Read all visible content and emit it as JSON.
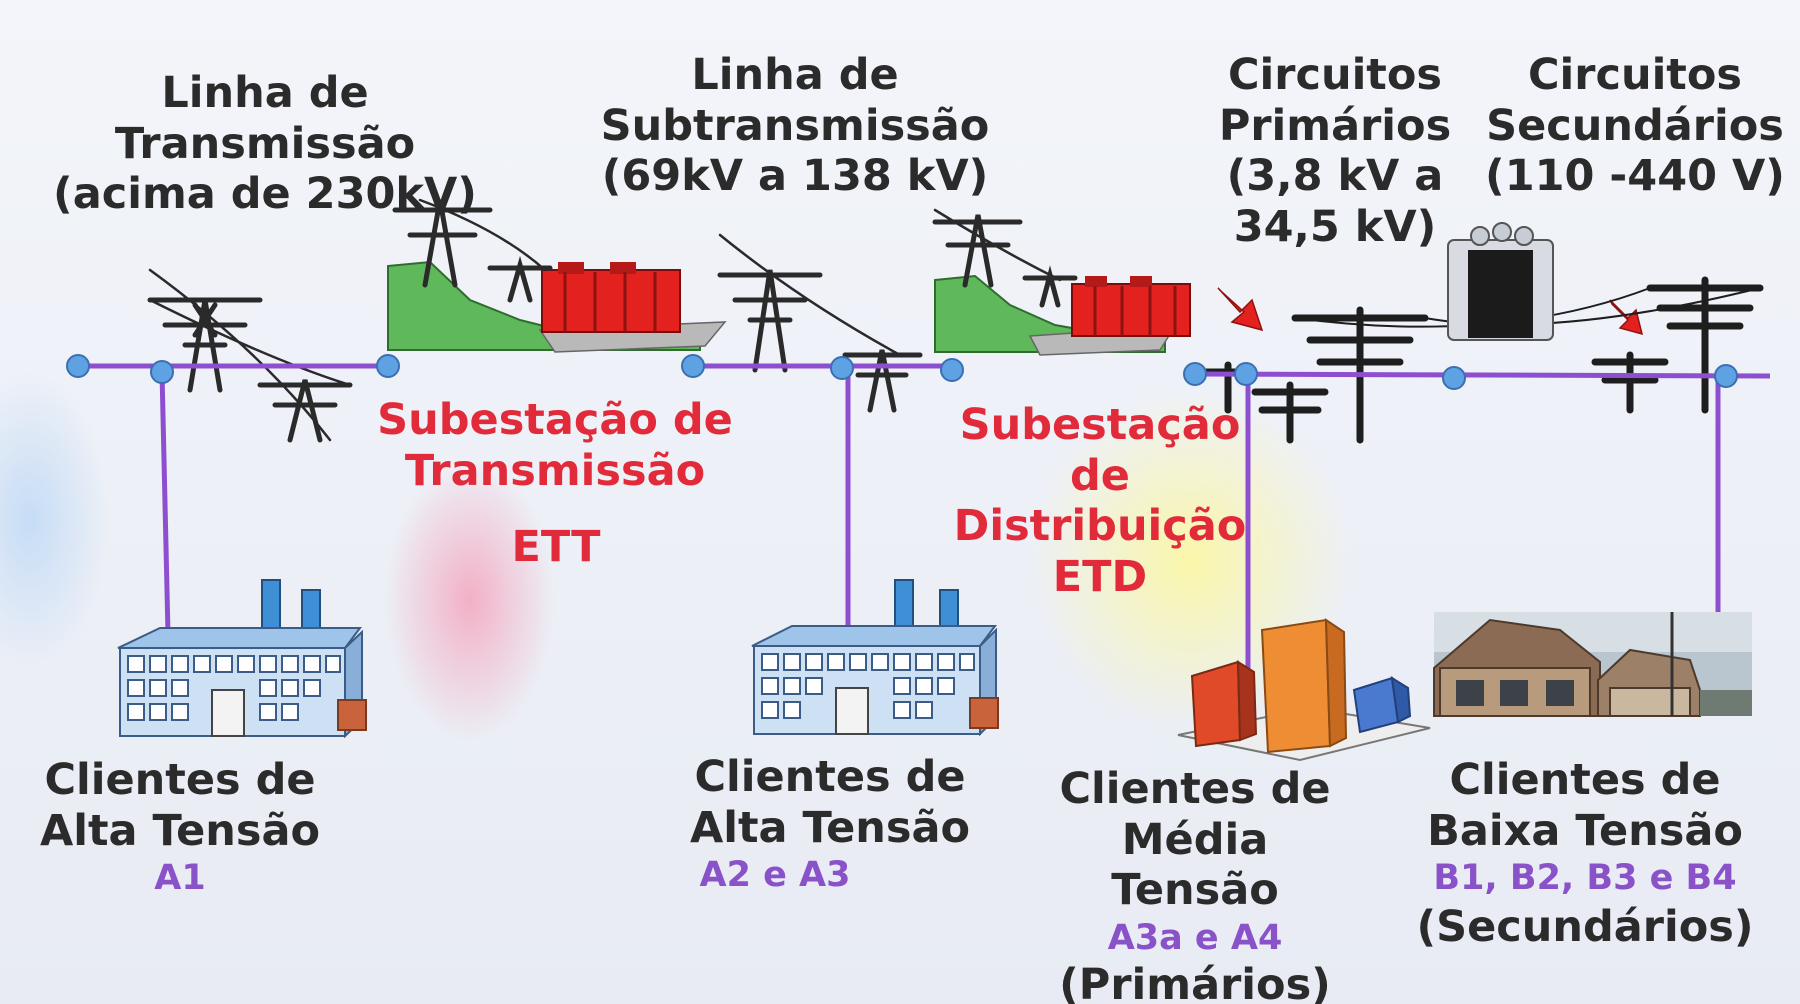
{
  "top_labels": {
    "transmission": [
      "Linha de",
      "Transmissão",
      "(acima de  230kV)"
    ],
    "subtransmission": [
      "Linha de",
      "Subtransmissão",
      "(69kV a 138 kV)"
    ],
    "primary": [
      "Circuitos",
      "Primários",
      "(3,8 kV a",
      "34,5 kV)"
    ],
    "secondary": [
      "Circuitos",
      "Secundários",
      "(110 -440 V)"
    ]
  },
  "substations": {
    "transmission": [
      "Subestação de",
      "Transmissão"
    ],
    "transmission_code": "ETT",
    "distribution": [
      "Subestação",
      "de",
      "Distribuição"
    ],
    "distribution_code": "ETD"
  },
  "clients": {
    "high_a1": {
      "lines": [
        "Clientes de",
        "Alta Tensão"
      ],
      "code": "A1"
    },
    "high_a2a3": {
      "lines": [
        "Clientes de",
        "Alta Tensão"
      ],
      "code": "A2 e A3"
    },
    "medium": {
      "lines": [
        "Clientes de",
        "Média",
        "Tensão"
      ],
      "code": "A3a e A4",
      "note": "(Primários)"
    },
    "low": {
      "lines": [
        "Clientes de",
        "Baixa Tensão"
      ],
      "code": "B1, B2, B3 e B4",
      "note": "(Secundários)"
    }
  },
  "colors": {
    "line": "#8d4fd0",
    "node": "#5ea2e4",
    "label": "#2b2b2b",
    "substation_text": "#e22b3a",
    "code_text": "#8a52c9"
  }
}
